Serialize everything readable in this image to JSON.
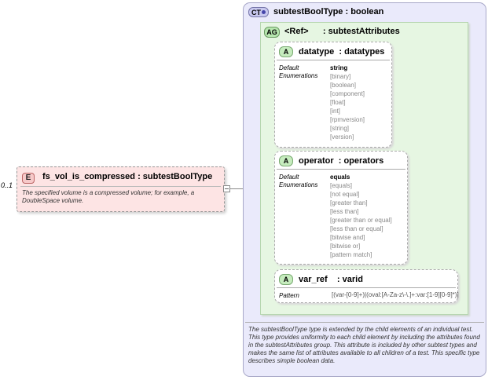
{
  "element": {
    "badge": "E",
    "title": "fs_vol_is_compressed  : subtestBoolType",
    "occurs": "0..1",
    "documentation": "The specified volume is a compressed volume; for example, a DoubleSpace volume."
  },
  "complex_type": {
    "badge": "CT",
    "title": "subtestBoolType  : boolean",
    "documentation": "The subtestBoolType type is extended by the child elements of an individual test.  This type provides uniformity to each child element by including the attributes found in the subtestAttributes group.  This attribute is included by other subtest types and makes the same list of attributes available to all children of a test.  This specific type describes simple boolean data."
  },
  "attribute_group": {
    "badge": "AG",
    "title": "<Ref>      : subtestAttributes"
  },
  "attributes": [
    {
      "badge": "A",
      "title": "datatype  : datatypes",
      "default_label": "Default",
      "enum_label": "Enumerations",
      "default": "string",
      "enumerations": [
        "[binary]",
        "[boolean]",
        "[component]",
        "[float]",
        "[int]",
        "[rpmversion]",
        "[string]",
        "[version]"
      ]
    },
    {
      "badge": "A",
      "title": "operator  : operators",
      "default_label": "Default",
      "enum_label": "Enumerations",
      "default": "equals",
      "enumerations": [
        "[equals]",
        "[not equal]",
        "[greater than]",
        "[less than]",
        "[greater than or equal]",
        "[less than or equal]",
        "[bitwise and]",
        "[bitwise or]",
        "[pattern match]"
      ]
    },
    {
      "badge": "A",
      "title": "var_ref    : varid",
      "pattern_label": "Pattern",
      "pattern": "[(var-[0-9]+)|(oval:[A-Za-z\\-\\.]+:var:[1-9][0-9]*)]"
    }
  ]
}
